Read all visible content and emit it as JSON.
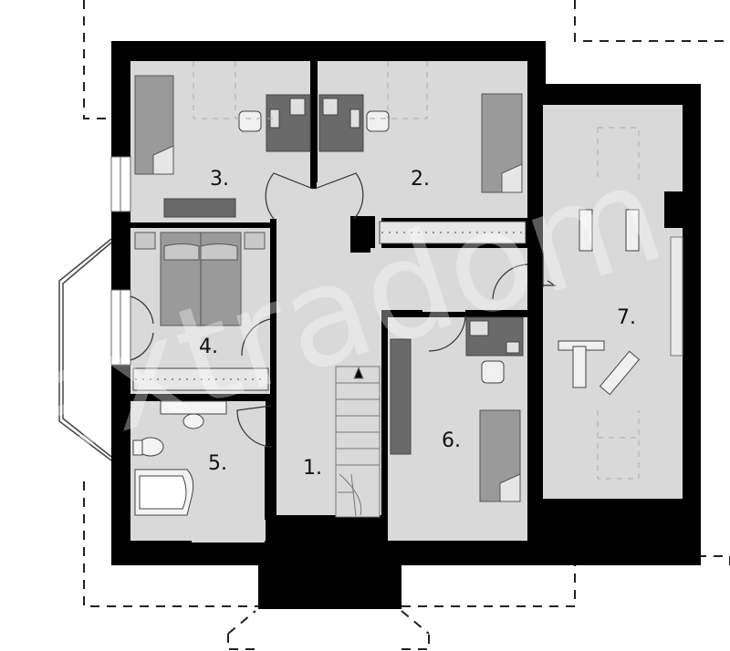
{
  "rooms": [
    {
      "id": "hall",
      "label": "1."
    },
    {
      "id": "room2",
      "label": "2."
    },
    {
      "id": "room3",
      "label": "3."
    },
    {
      "id": "room4",
      "label": "4."
    },
    {
      "id": "room5",
      "label": "5."
    },
    {
      "id": "room6",
      "label": "6."
    },
    {
      "id": "room7",
      "label": "7."
    }
  ],
  "watermark": "extradom",
  "colors": {
    "wall": "#000000",
    "floor": "#d9d9d9",
    "furniture": "#9a9a9a",
    "furniture_dark": "#6a6a6a",
    "outline": "#555555"
  },
  "icons": [
    "stair-arrow-icon",
    "door-swing-icon",
    "bed-icon",
    "desk-icon",
    "chair-icon",
    "bathtub-icon",
    "toilet-icon",
    "sink-icon",
    "wardrobe-icon",
    "gym-equipment-icon"
  ]
}
